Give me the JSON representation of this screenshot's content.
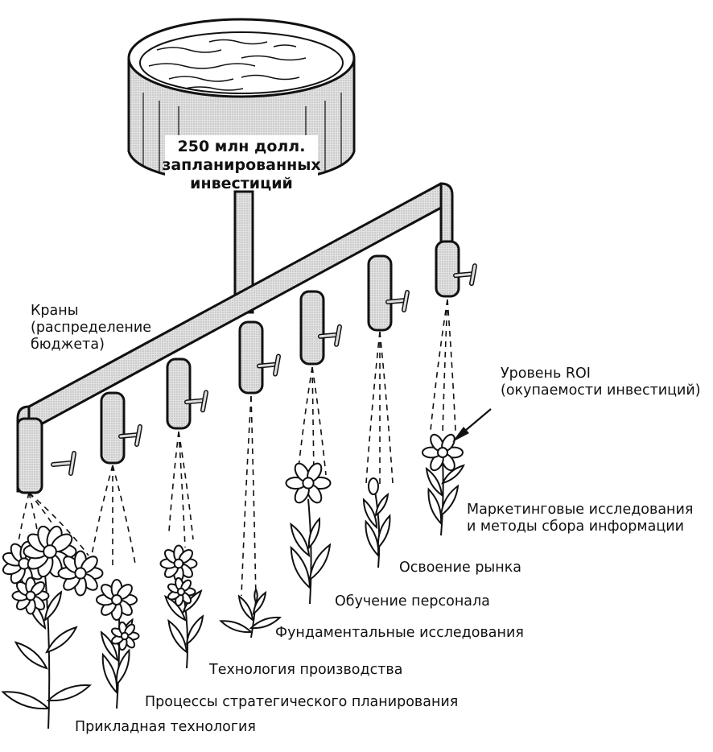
{
  "tank": {
    "line1": "250 млн долл.",
    "line2": "запланированных",
    "line3": "инвестиций"
  },
  "taps_label": {
    "line1": "Краны",
    "line2": "(распределение",
    "line3": "бюджета)"
  },
  "roi_label": {
    "line1": "Уровень ROI",
    "line2": "(окупаемости инвестиций)"
  },
  "plants": [
    {
      "label": "Прикладная технология"
    },
    {
      "label": "Процессы стратегического планирования"
    },
    {
      "label": "Технология производства"
    },
    {
      "label": "Фундаментальные исследования"
    },
    {
      "label": "Обучение персонала"
    },
    {
      "label": "Освоение рынка"
    },
    {
      "label_line1": "Маркетинговые исследования",
      "label_line2": "и методы сбора информации"
    }
  ],
  "colors": {
    "ink": "#111111",
    "pipe_fill": "#cfcfcf",
    "paper": "#ffffff"
  }
}
